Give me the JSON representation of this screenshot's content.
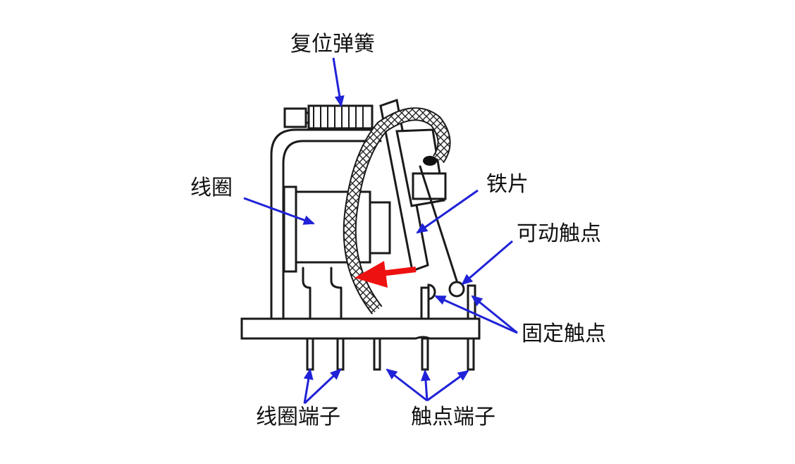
{
  "labels": {
    "reset_spring": "复位弹簧",
    "coil": "线圈",
    "armature": "铁片",
    "movable_contact": "可动触点",
    "fixed_contact": "固定触点",
    "coil_terminals": "线圈端子",
    "contact_terminals": "触点端子"
  },
  "colors": {
    "callout_arrow": "#1f22d6",
    "force_arrow": "#ee1111",
    "line_art": "#1a1a1a",
    "background": "#ffffff"
  }
}
